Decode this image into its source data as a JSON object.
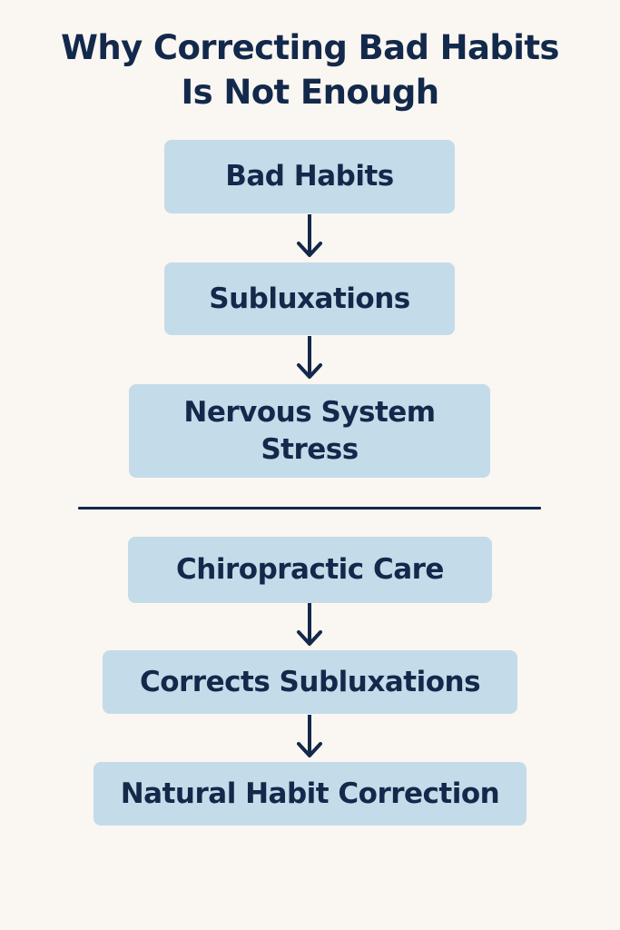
{
  "title": {
    "line1": "Why Correcting Bad Habits",
    "line2": "Is Not Enough"
  },
  "flow_top": [
    {
      "label": "Bad Habits"
    },
    {
      "label": "Subluxations"
    },
    {
      "label": "Nervous System Stress"
    }
  ],
  "flow_bottom": [
    {
      "label": "Chiropractic Care"
    },
    {
      "label": "Corrects Subluxations"
    },
    {
      "label": "Natural Habit Correction"
    }
  ],
  "colors": {
    "background": "#faf6f2",
    "box_fill": "#c4dce9",
    "ink": "#13294b"
  },
  "icons": {
    "arrow": "arrow-down-icon"
  }
}
